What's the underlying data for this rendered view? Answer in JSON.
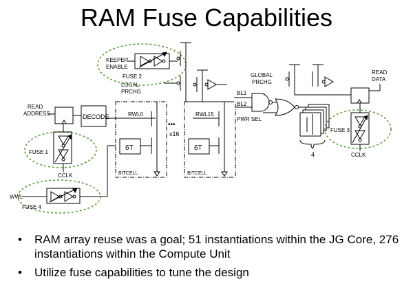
{
  "title": "RAM Fuse Capabilities",
  "diagram": {
    "keeper_enable": [
      "KEEPER",
      "ENABLE"
    ],
    "fuse2": "FUSE 2",
    "local_prchg": [
      "LOCAL",
      "PRCHG"
    ],
    "read_address": [
      "READ",
      "ADDRESS"
    ],
    "decode": "DECODE",
    "fuse1": "FUSE 1",
    "cclk": "CCLK",
    "wwl": "WWL",
    "fuse4": "FUSE 4",
    "rwl0": "RWL0",
    "rwl15": "RWL15",
    "six_t": "6T",
    "bitcell": "BITCELL",
    "dots": "•••",
    "x16": "x16",
    "global_prchg": [
      "GLOBAL",
      "PRCHG"
    ],
    "bl1": "BL1",
    "bl2": "BL2",
    "pwr_sel": "PWR SEL",
    "read_data": [
      "READ",
      "DATA"
    ],
    "fuse3": "FUSE 3",
    "four": "4"
  },
  "bullets": [
    "RAM array reuse was a goal; 51 instantiations within the JG Core, 276 instantiations within the Compute Unit",
    "Utilize fuse capabilities to tune the design"
  ]
}
